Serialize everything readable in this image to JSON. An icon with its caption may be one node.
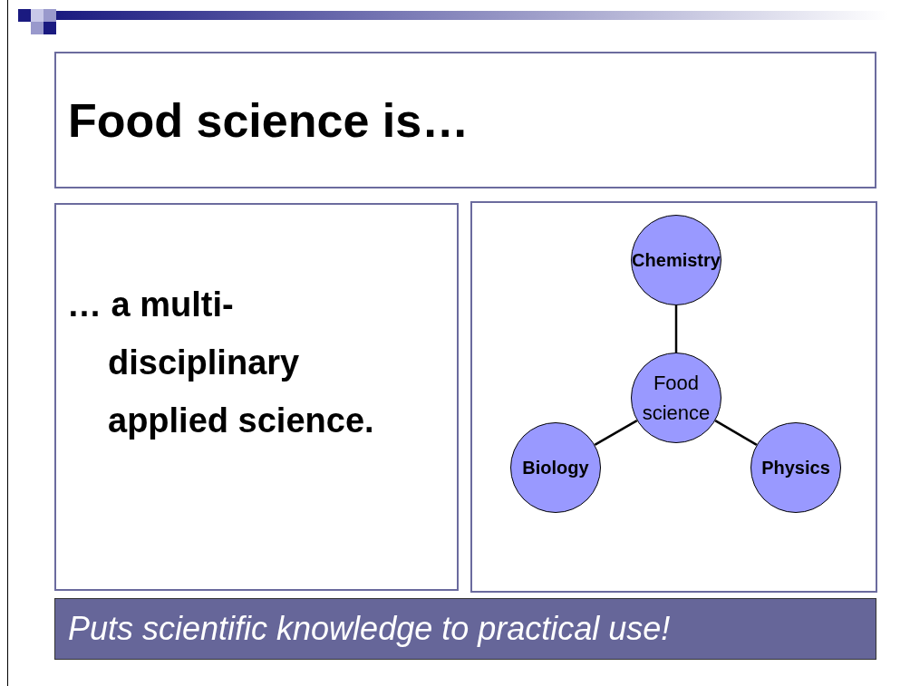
{
  "diagram": {
    "title": "Food science is…",
    "nodes": [
      {
        "text": [
          "… a multi-disciplinary applied science."
        ]
      },
      {
        "text": [],
        "shape": "box"
      },
      {
        "text": [
          "Chemistry"
        ],
        "in": 1
      },
      {
        "text": [
          "Food science"
        ],
        "in": 1
      },
      {
        "text": [
          "Biology"
        ],
        "in": 1
      },
      {
        "text": [
          "Physics"
        ],
        "in": 1
      }
    ],
    "edges": [
      {
        "from": 3,
        "to": 2,
        "arrow": "none"
      },
      {
        "from": 3,
        "to": 4,
        "arrow": "none"
      },
      {
        "from": 3,
        "to": 5,
        "arrow": "none"
      }
    ],
    "caption": "Puts scientific knowledge to practical use!"
  }
}
